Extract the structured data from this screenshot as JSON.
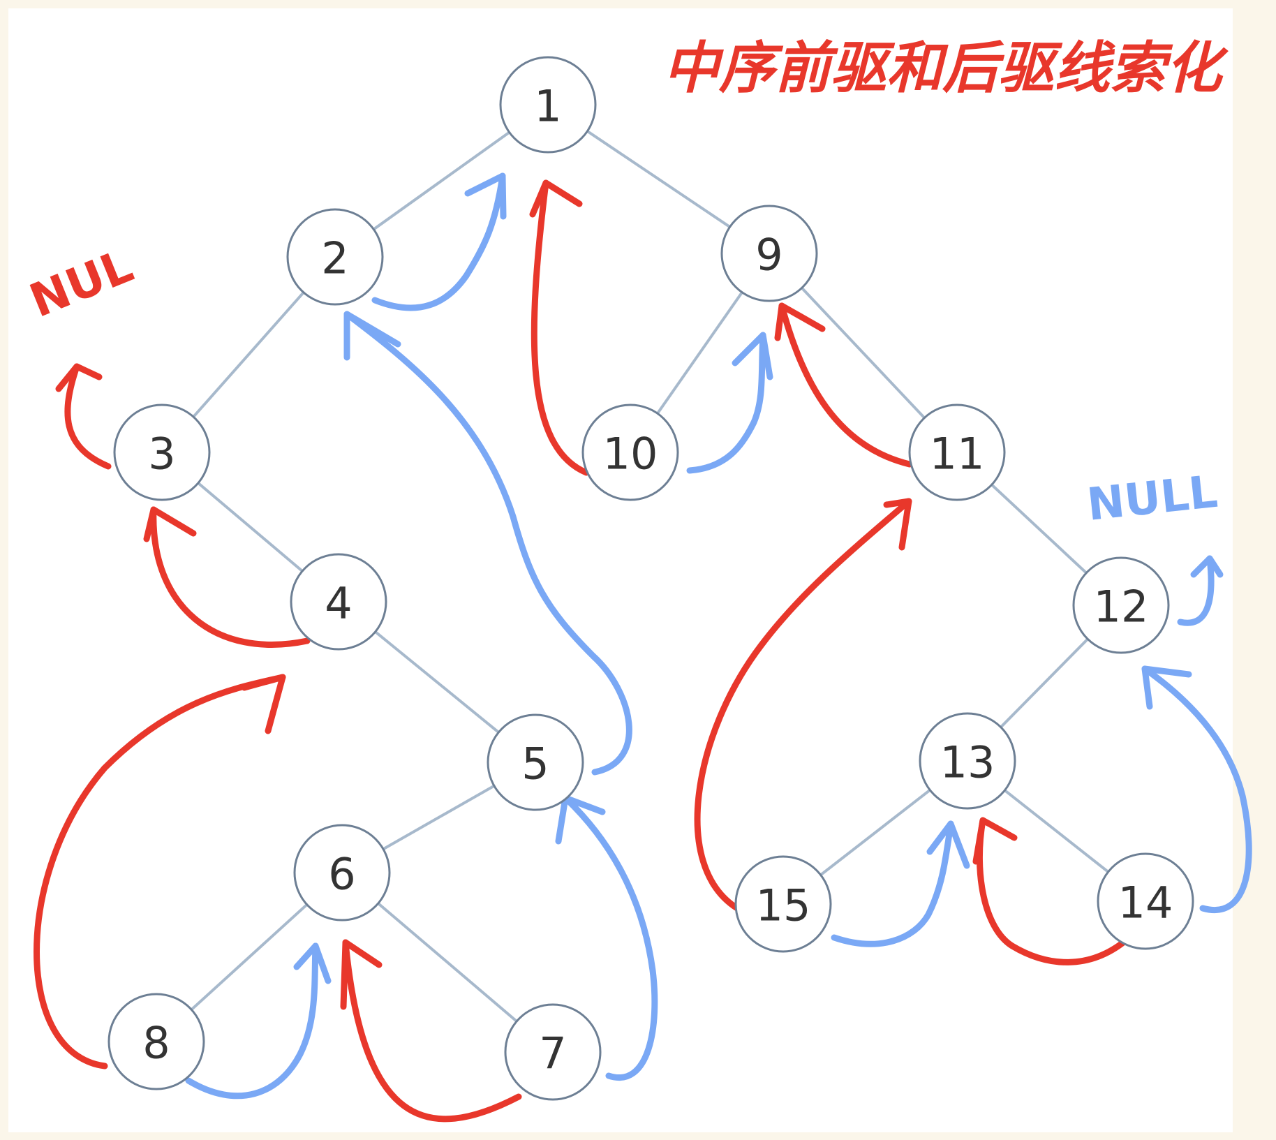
{
  "title": "中序前驱和后驱线索化",
  "null_labels": {
    "left": "NUL",
    "right": "NULL"
  },
  "colors": {
    "predecessor_thread": "#e8372b",
    "successor_thread": "#7aa8f5",
    "node_stroke": "#6d7f94",
    "edge": "#a7b9cc"
  },
  "nodes": [
    {
      "id": "1",
      "label": "1"
    },
    {
      "id": "2",
      "label": "2"
    },
    {
      "id": "9",
      "label": "9"
    },
    {
      "id": "3",
      "label": "3"
    },
    {
      "id": "4",
      "label": "4"
    },
    {
      "id": "5",
      "label": "5"
    },
    {
      "id": "6",
      "label": "6"
    },
    {
      "id": "7",
      "label": "7"
    },
    {
      "id": "8",
      "label": "8"
    },
    {
      "id": "10",
      "label": "10"
    },
    {
      "id": "11",
      "label": "11"
    },
    {
      "id": "12",
      "label": "12"
    },
    {
      "id": "13",
      "label": "13"
    },
    {
      "id": "14",
      "label": "14"
    },
    {
      "id": "15",
      "label": "15"
    }
  ],
  "edges": [
    [
      "1",
      "2"
    ],
    [
      "1",
      "9"
    ],
    [
      "2",
      "3"
    ],
    [
      "3",
      "4"
    ],
    [
      "4",
      "5"
    ],
    [
      "5",
      "6"
    ],
    [
      "6",
      "8"
    ],
    [
      "6",
      "7"
    ],
    [
      "9",
      "10"
    ],
    [
      "9",
      "11"
    ],
    [
      "11",
      "12"
    ],
    [
      "12",
      "13"
    ],
    [
      "13",
      "15"
    ],
    [
      "13",
      "14"
    ]
  ],
  "predecessor_threads": [
    {
      "from": "3",
      "to": "NUL"
    },
    {
      "from": "4",
      "to": "3"
    },
    {
      "from": "8",
      "to": "4"
    },
    {
      "from": "7",
      "to": "6"
    },
    {
      "from": "10",
      "to": "1"
    },
    {
      "from": "11",
      "to": "9"
    },
    {
      "from": "15",
      "to": "11"
    },
    {
      "from": "14",
      "to": "13"
    }
  ],
  "successor_threads": [
    {
      "from": "2",
      "to": "1"
    },
    {
      "from": "5",
      "to": "2"
    },
    {
      "from": "8",
      "to": "6"
    },
    {
      "from": "7",
      "to": "5"
    },
    {
      "from": "10",
      "to": "9"
    },
    {
      "from": "12",
      "to": "NULL"
    },
    {
      "from": "15",
      "to": "13"
    },
    {
      "from": "14",
      "to": "12"
    }
  ]
}
